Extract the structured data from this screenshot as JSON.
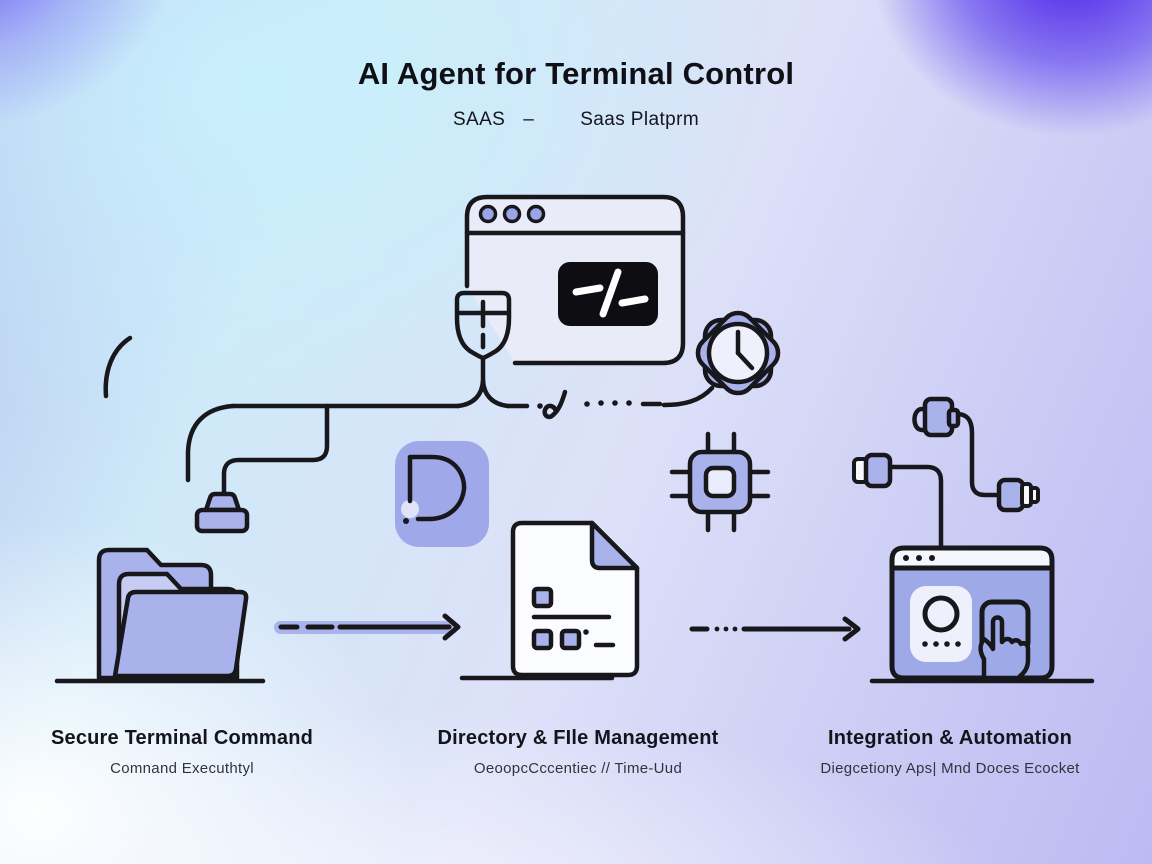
{
  "header": {
    "title": "AI Agent for Terminal Control",
    "subtitle_left": "SAAS",
    "subtitle_dash": "–",
    "subtitle_right": "Saas Platprm"
  },
  "sections": [
    {
      "heading": "Secure Terminal Command",
      "caption": "Comnand Executhtyl"
    },
    {
      "heading": "Directory & FIle Management",
      "caption": "OeoopcCccentiec // Time-Uud"
    },
    {
      "heading": "Integration & Automation",
      "caption": "Diegcetiony Aps| Mnd Doces Ecocket"
    }
  ],
  "icons": [
    "terminal-browser-window-icon",
    "security-shield-icon",
    "clock-badge-icon",
    "power-plug-icon",
    "d-letter-badge-icon",
    "cpu-chip-icon",
    "usb-connector-icon",
    "open-folder-icon",
    "document-file-icon",
    "automation-browser-hand-icon",
    "flow-arrow-icon"
  ],
  "colors": {
    "accent_purple": "#a9b2ea",
    "light_purple": "#c6ccf3",
    "outline": "#17171c",
    "terminal_black": "#0d0d12",
    "window_fill": "#e9ecf8",
    "vivid_corner_blue": "#4a22e9",
    "background_cyan": "#cfe9f8"
  }
}
